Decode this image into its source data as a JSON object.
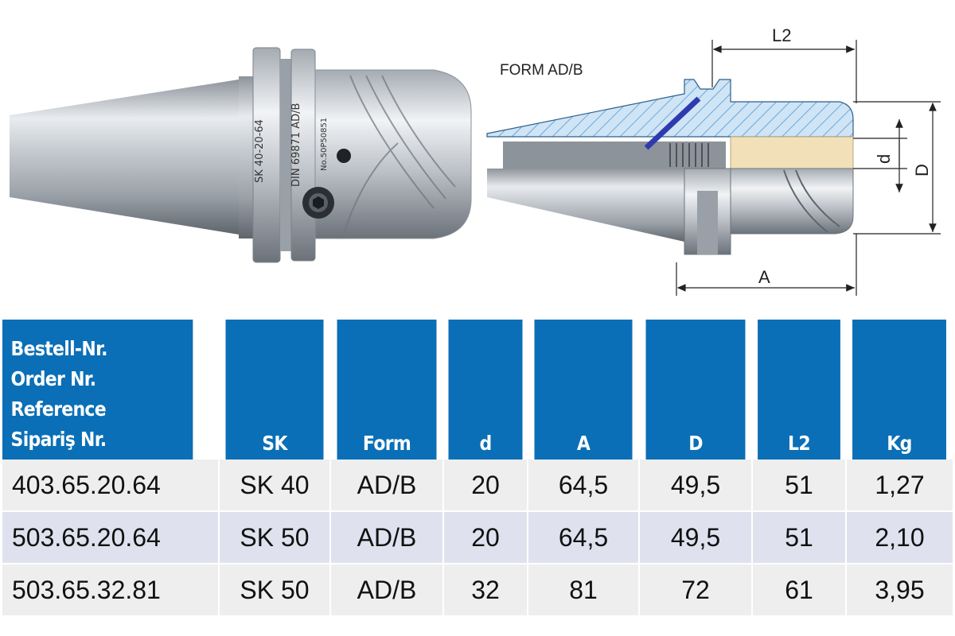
{
  "figure": {
    "form_label": "FORM AD/B",
    "shank_marking_1": "SK 40-20-64",
    "shank_marking_2": "DIN 69871 AD/B",
    "shank_marking_3": "No.50P50851",
    "dim_l2": "L2",
    "dim_d_small": "d",
    "dim_d_large": "D",
    "dim_a": "A",
    "colors": {
      "hatch": "#3f8fd0",
      "tool_steel": "#b9bec4",
      "shadow": "#6d737b",
      "brass": "#f1e0b8"
    }
  },
  "table": {
    "header": {
      "order_lines": [
        "Bestell-Nr.",
        "Order Nr.",
        "Reference",
        "Sipariş Nr."
      ],
      "columns": [
        "SK",
        "Form",
        "d",
        "A",
        "D",
        "L2",
        "Kg"
      ],
      "color": "#0a6fb6"
    },
    "rows": [
      {
        "order": "403.65.20.64",
        "sk": "SK 40",
        "form": "AD/B",
        "d": "20",
        "a": "64,5",
        "D": "49,5",
        "l2": "51",
        "kg": "1,27"
      },
      {
        "order": "503.65.20.64",
        "sk": "SK 50",
        "form": "AD/B",
        "d": "20",
        "a": "64,5",
        "D": "49,5",
        "l2": "51",
        "kg": "2,10"
      },
      {
        "order": "503.65.32.81",
        "sk": "SK 50",
        "form": "AD/B",
        "d": "32",
        "a": "81",
        "D": "72",
        "l2": "61",
        "kg": "3,95"
      }
    ]
  }
}
